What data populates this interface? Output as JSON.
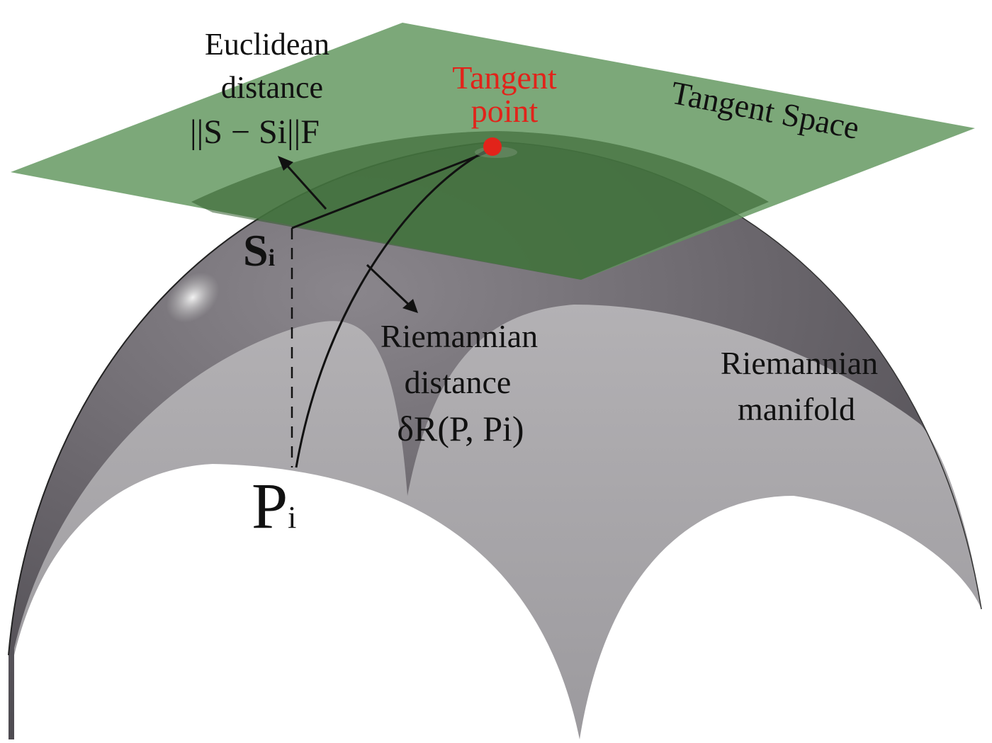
{
  "labels": {
    "euclidean_line1": "Euclidean",
    "euclidean_line2": "distance",
    "euclidean_formula": "||S − Si||F",
    "tangent_point_line1": "Tangent",
    "tangent_point_line2": "point",
    "tangent_space": "Tangent Space",
    "si_main": "S",
    "si_sub": "i",
    "pi_main": "P",
    "pi_sub": "i",
    "riemannian_distance_line1": "Riemannian",
    "riemannian_distance_line2": "distance",
    "riemannian_distance_formula": "δR(P, Pi)",
    "riemannian_manifold_line1": "Riemannian",
    "riemannian_manifold_line2": "manifold"
  },
  "colors": {
    "plane_fill": "#5f955b",
    "plane_inner": "#2f5b2a",
    "manifold_dark": "#646066",
    "manifold_light": "#a7a5a8",
    "tangent_point": "#e2231a",
    "text": "#111111"
  }
}
